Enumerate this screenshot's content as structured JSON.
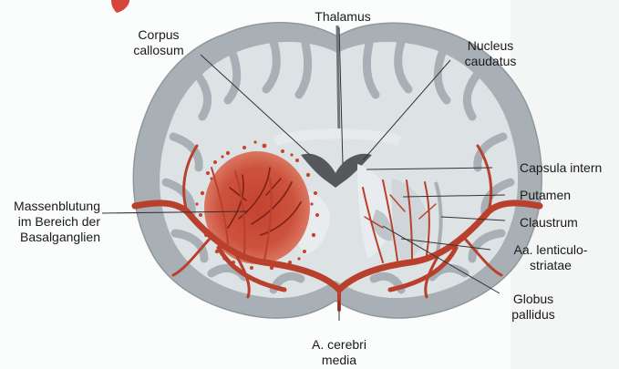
{
  "labels": {
    "thalamus": "Thalamus",
    "corpus_callosum": [
      "Corpus",
      "callosum"
    ],
    "nucleus_caudatus": [
      "Nucleus",
      "caudatus"
    ],
    "capsula_interna": "Capsula intern",
    "putamen": "Putamen",
    "claustrum": "Claustrum",
    "aa_lenticulostriatae": [
      "Aa. lenticulo-",
      "striatae"
    ],
    "globus_pallidus": [
      "Globus",
      "pallidus"
    ],
    "a_cerebri_media": [
      "A. cerebri",
      "media"
    ],
    "massenblutung": [
      "Massenblutung",
      "im Bereich der",
      "Basalganglien"
    ]
  },
  "colors": {
    "cortex": "#a9b0b5",
    "white_matter": "#dde2e5",
    "hemorrhage": "#c7432f",
    "artery": "#b8402c",
    "ventricle": "#55595c",
    "background": "#fbfcfc",
    "leader_line": "#333333"
  }
}
